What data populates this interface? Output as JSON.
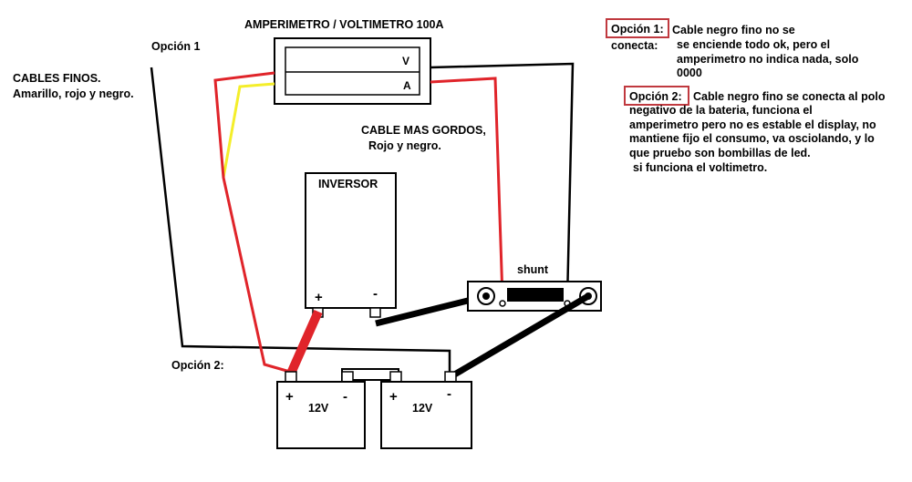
{
  "meter": {
    "title": "AMPERIMETRO / VOLTIMETRO 100A",
    "v": "V",
    "a": "A"
  },
  "labels": {
    "option1": "Opción 1",
    "option2": "Opción 2:",
    "thin_cables_title": "CABLES FINOS.",
    "thin_cables_colors": "Amarillo, rojo y  negro.",
    "thick_cables_title": "CABLE MAS GORDOS,",
    "thick_cables_colors": "Rojo y  negro."
  },
  "inverter": {
    "title": "INVERSOR",
    "plus": "+",
    "minus": "-"
  },
  "shunt": {
    "label": "shunt"
  },
  "batteries": [
    {
      "voltage": "12V",
      "plus": "+",
      "minus": "-"
    },
    {
      "voltage": "12V",
      "plus": "+",
      "minus": "-"
    }
  ],
  "notes": {
    "option1_tag": "Opción 1:",
    "option1_tag2": "conecta:",
    "option1_lines": [
      "Cable negro fino no se",
      "se enciende todo ok, pero el",
      "amperimetro no indica nada, solo",
      "0000"
    ],
    "option2_tag": "Opción 2:",
    "option2_lines": [
      "Cable negro fino se conecta al polo",
      "negativo de la bateria, funciona el",
      "amperimetro pero no es estable el display, no",
      "mantiene fijo el consumo, va osciolando, y lo",
      "que pruebo son bombillas de led.",
      "si funciona el voltimetro."
    ]
  },
  "colors": {
    "red": "#e0242a",
    "yellow": "#f4ee2a",
    "black": "#000000",
    "tag_border": "#c0393f"
  }
}
